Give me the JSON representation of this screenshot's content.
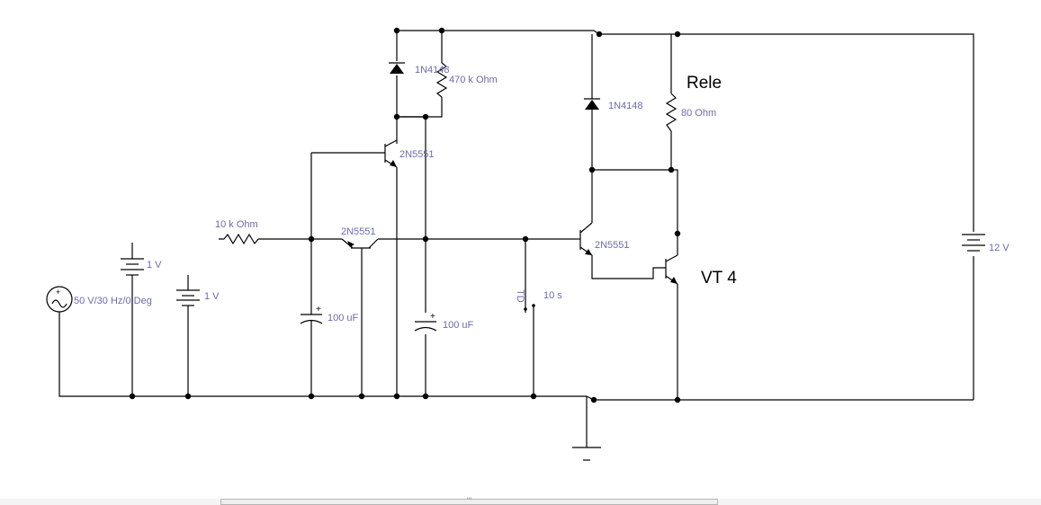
{
  "labels": {
    "diode_1": "1N4148",
    "resistor_470k": "470 k Ohm",
    "diode_2": "1N4148",
    "relay_title": "Rele",
    "relay_resistor": "80  Ohm",
    "transistor_top": "2N5551",
    "transistor_mid": "2N5551",
    "transistor_right": "2N5551",
    "vt4": "VT 4",
    "resistor_10k": "10 k Ohm",
    "battery_1": "1 V",
    "battery_2": "1 V",
    "ac_source": "50 V/30 Hz/0 Deg",
    "cap_1": "100 uF",
    "cap_2": "100 uF",
    "switch_time": "10 s",
    "switch_tag": "TD",
    "battery_12": "12 V"
  },
  "scrollbar": {
    "grip": "'''"
  }
}
